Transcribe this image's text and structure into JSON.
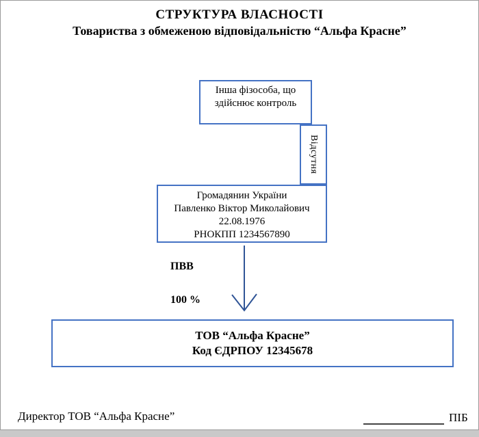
{
  "title": "СТРУКТУРА ВЛАСНОСТІ",
  "subtitle": "Товариства з обмеженою відповідальністю “Альфа Красне”",
  "diagram": {
    "controller_box": {
      "line1": "Інша фізособа, що",
      "line2": "здійснює контроль"
    },
    "connector_box": {
      "label": "Відсутня"
    },
    "owner_box": {
      "line1": "Громадянин України",
      "line2": "Павленко Віктор Миколайович",
      "line3": "22.08.1976",
      "line4": "РНОКПП 1234567890"
    },
    "arrow_labels": {
      "type": "ПВВ",
      "share": "100 %"
    },
    "company_box": {
      "line1": "ТОВ “Альфа Красне”",
      "line2": "Код ЄДРПОУ 12345678"
    }
  },
  "footer": {
    "signer_title": "Директор ТОВ “Альфа Красне”",
    "signature_hint": "ПІБ"
  },
  "colors": {
    "box_border": "#4472c4",
    "arrow_stroke": "#2f5496",
    "page_border": "#9a9a9a",
    "outside_bg": "#c9c9c9"
  }
}
